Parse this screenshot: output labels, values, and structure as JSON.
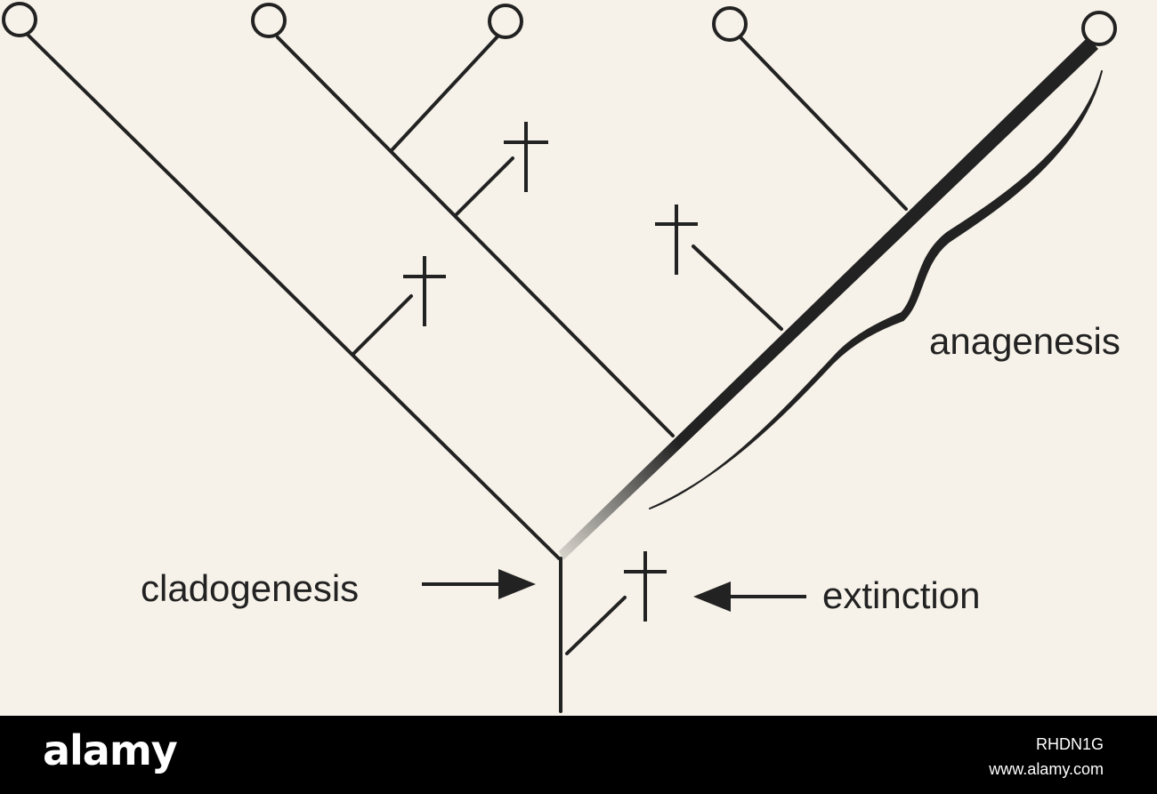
{
  "diagram": {
    "labels": {
      "anagenesis": "anagenesis",
      "cladogenesis": "cladogenesis",
      "extinction": "extinction"
    },
    "colors": {
      "background": "#f6f2e9",
      "ink": "#222222"
    }
  },
  "footer": {
    "logo": "alamy",
    "image_id": "RHDN1G",
    "url": "www.alamy.com"
  }
}
